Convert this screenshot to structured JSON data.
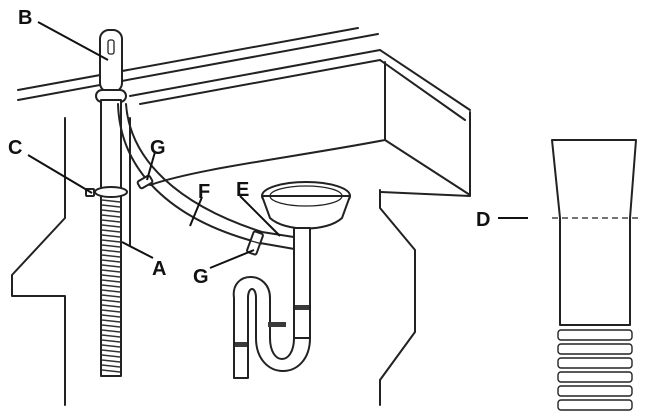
{
  "labels": {
    "a": "A",
    "b": "B",
    "c": "C",
    "d": "D",
    "e": "E",
    "f": "F",
    "g_upper": "G",
    "g_lower": "G"
  },
  "colors": {
    "line": "#222222",
    "background": "#ffffff"
  }
}
